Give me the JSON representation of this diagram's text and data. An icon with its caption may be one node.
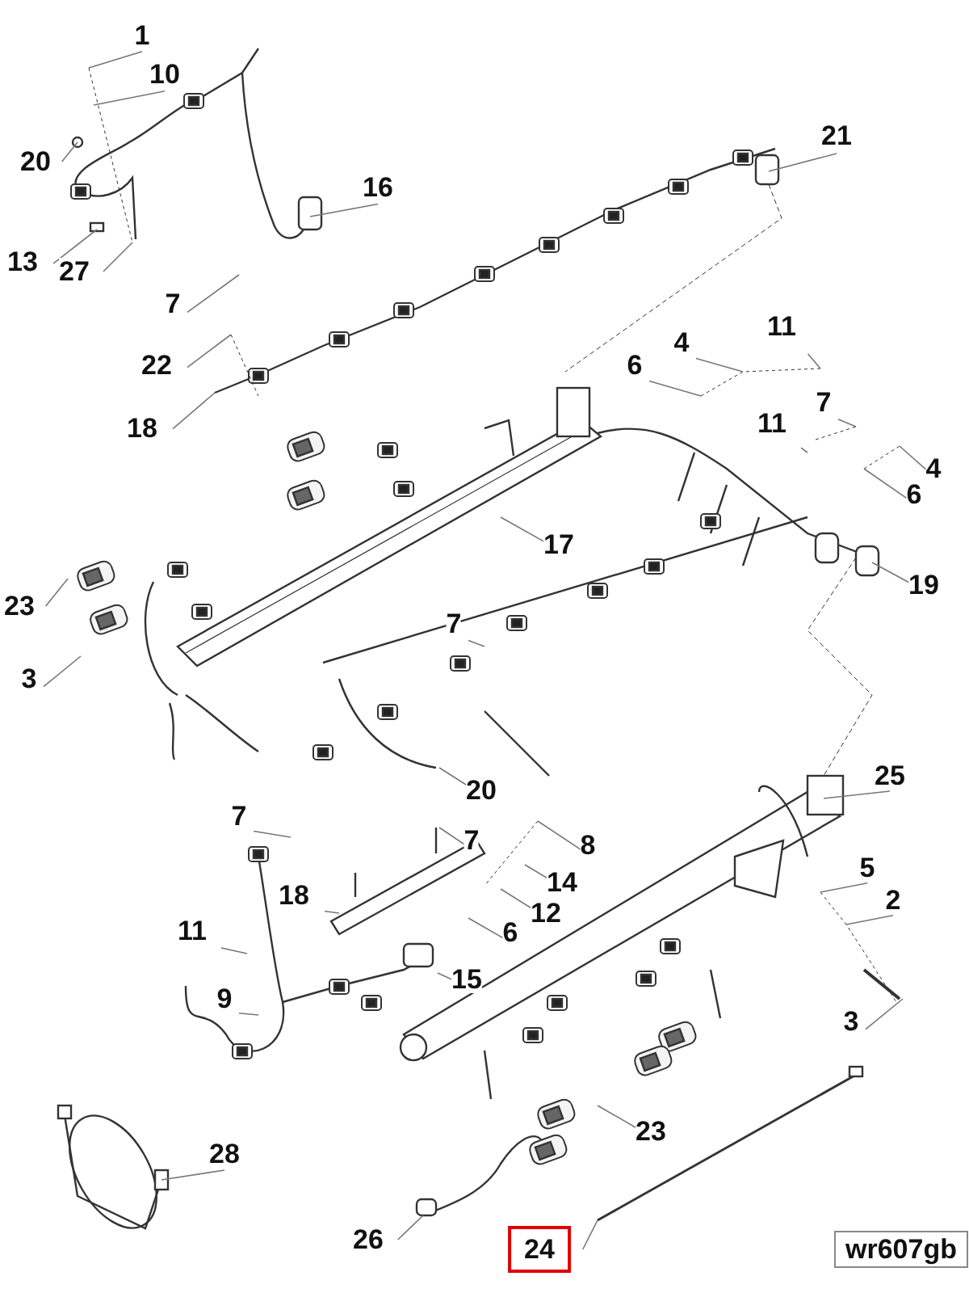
{
  "diagram": {
    "nodes": [
      {
        "text": [
          "1"
        ]
      },
      {
        "text": [
          "10"
        ]
      },
      {
        "text": [
          "20"
        ]
      },
      {
        "text": [
          "16"
        ]
      },
      {
        "text": [
          "13"
        ]
      },
      {
        "text": [
          "27"
        ]
      },
      {
        "text": [
          "21"
        ]
      },
      {
        "text": [
          "7"
        ]
      },
      {
        "text": [
          "22"
        ]
      },
      {
        "text": [
          "11"
        ]
      },
      {
        "text": [
          "4"
        ]
      },
      {
        "text": [
          "6"
        ]
      },
      {
        "text": [
          "18"
        ]
      },
      {
        "text": [
          "11"
        ]
      },
      {
        "text": [
          "7"
        ]
      },
      {
        "text": [
          "4"
        ]
      },
      {
        "text": [
          "6"
        ]
      },
      {
        "text": [
          "17"
        ]
      },
      {
        "text": [
          "23"
        ]
      },
      {
        "text": [
          "19"
        ]
      },
      {
        "text": [
          "3"
        ]
      },
      {
        "text": [
          "7"
        ]
      },
      {
        "text": [
          "20"
        ]
      },
      {
        "text": [
          "25"
        ]
      },
      {
        "text": [
          "7"
        ]
      },
      {
        "text": [
          "7"
        ]
      },
      {
        "text": [
          "8"
        ]
      },
      {
        "text": [
          "18"
        ]
      },
      {
        "text": [
          "14"
        ]
      },
      {
        "text": [
          "12"
        ]
      },
      {
        "text": [
          "6"
        ]
      },
      {
        "text": [
          "5"
        ]
      },
      {
        "text": [
          "2"
        ]
      },
      {
        "text": [
          "11"
        ]
      },
      {
        "text": [
          "15"
        ]
      },
      {
        "text": [
          "9"
        ]
      },
      {
        "text": [
          "3"
        ]
      },
      {
        "text": [
          "23"
        ]
      },
      {
        "text": [
          "28"
        ]
      },
      {
        "text": [
          "26"
        ]
      },
      {
        "text": [
          "24"
        ]
      },
      {
        "text": [
          "wr607gb"
        ]
      }
    ],
    "edges": [
      {
        "from": 0,
        "to": null,
        "arrow": "none"
      },
      {
        "from": 1,
        "to": null,
        "arrow": "none"
      },
      {
        "from": 2,
        "to": null,
        "arrow": "none"
      },
      {
        "from": 3,
        "to": null,
        "arrow": "none"
      },
      {
        "from": 4,
        "to": null,
        "arrow": "none"
      },
      {
        "from": 5,
        "to": null,
        "arrow": "none"
      },
      {
        "from": 6,
        "to": null,
        "arrow": "none"
      },
      {
        "from": 7,
        "to": null,
        "arrow": "none"
      },
      {
        "from": 8,
        "to": null,
        "arrow": "none"
      },
      {
        "from": 9,
        "to": null,
        "arrow": "none"
      },
      {
        "from": 10,
        "to": null,
        "arrow": "none"
      },
      {
        "from": 11,
        "to": null,
        "arrow": "none"
      },
      {
        "from": 12,
        "to": null,
        "arrow": "none"
      },
      {
        "from": 13,
        "to": null,
        "arrow": "none"
      },
      {
        "from": 14,
        "to": null,
        "arrow": "none"
      },
      {
        "from": 15,
        "to": null,
        "arrow": "none"
      },
      {
        "from": 16,
        "to": null,
        "arrow": "none"
      },
      {
        "from": 17,
        "to": null,
        "arrow": "none"
      },
      {
        "from": 18,
        "to": null,
        "arrow": "none"
      },
      {
        "from": 19,
        "to": null,
        "arrow": "none"
      },
      {
        "from": 20,
        "to": null,
        "arrow": "none"
      },
      {
        "from": 21,
        "to": null,
        "arrow": "none"
      },
      {
        "from": 22,
        "to": null,
        "arrow": "none"
      },
      {
        "from": 23,
        "to": null,
        "arrow": "none"
      },
      {
        "from": 24,
        "to": null,
        "arrow": "none"
      },
      {
        "from": 25,
        "to": null,
        "arrow": "none"
      },
      {
        "from": 26,
        "to": null,
        "arrow": "none"
      },
      {
        "from": 27,
        "to": null,
        "arrow": "none"
      },
      {
        "from": 28,
        "to": null,
        "arrow": "none"
      },
      {
        "from": 29,
        "to": null,
        "arrow": "none"
      },
      {
        "from": 30,
        "to": null,
        "arrow": "none"
      },
      {
        "from": 31,
        "to": null,
        "arrow": "none"
      },
      {
        "from": 32,
        "to": null,
        "arrow": "none"
      },
      {
        "from": 33,
        "to": null,
        "arrow": "none"
      },
      {
        "from": 34,
        "to": null,
        "arrow": "none"
      },
      {
        "from": 35,
        "to": null,
        "arrow": "none"
      },
      {
        "from": 36,
        "to": null,
        "arrow": "none"
      },
      {
        "from": 37,
        "to": null,
        "arrow": "none"
      },
      {
        "from": 38,
        "to": null,
        "arrow": "none"
      },
      {
        "from": 39,
        "to": null,
        "arrow": "none"
      },
      {
        "from": 40,
        "to": null,
        "arrow": "none"
      }
    ]
  }
}
